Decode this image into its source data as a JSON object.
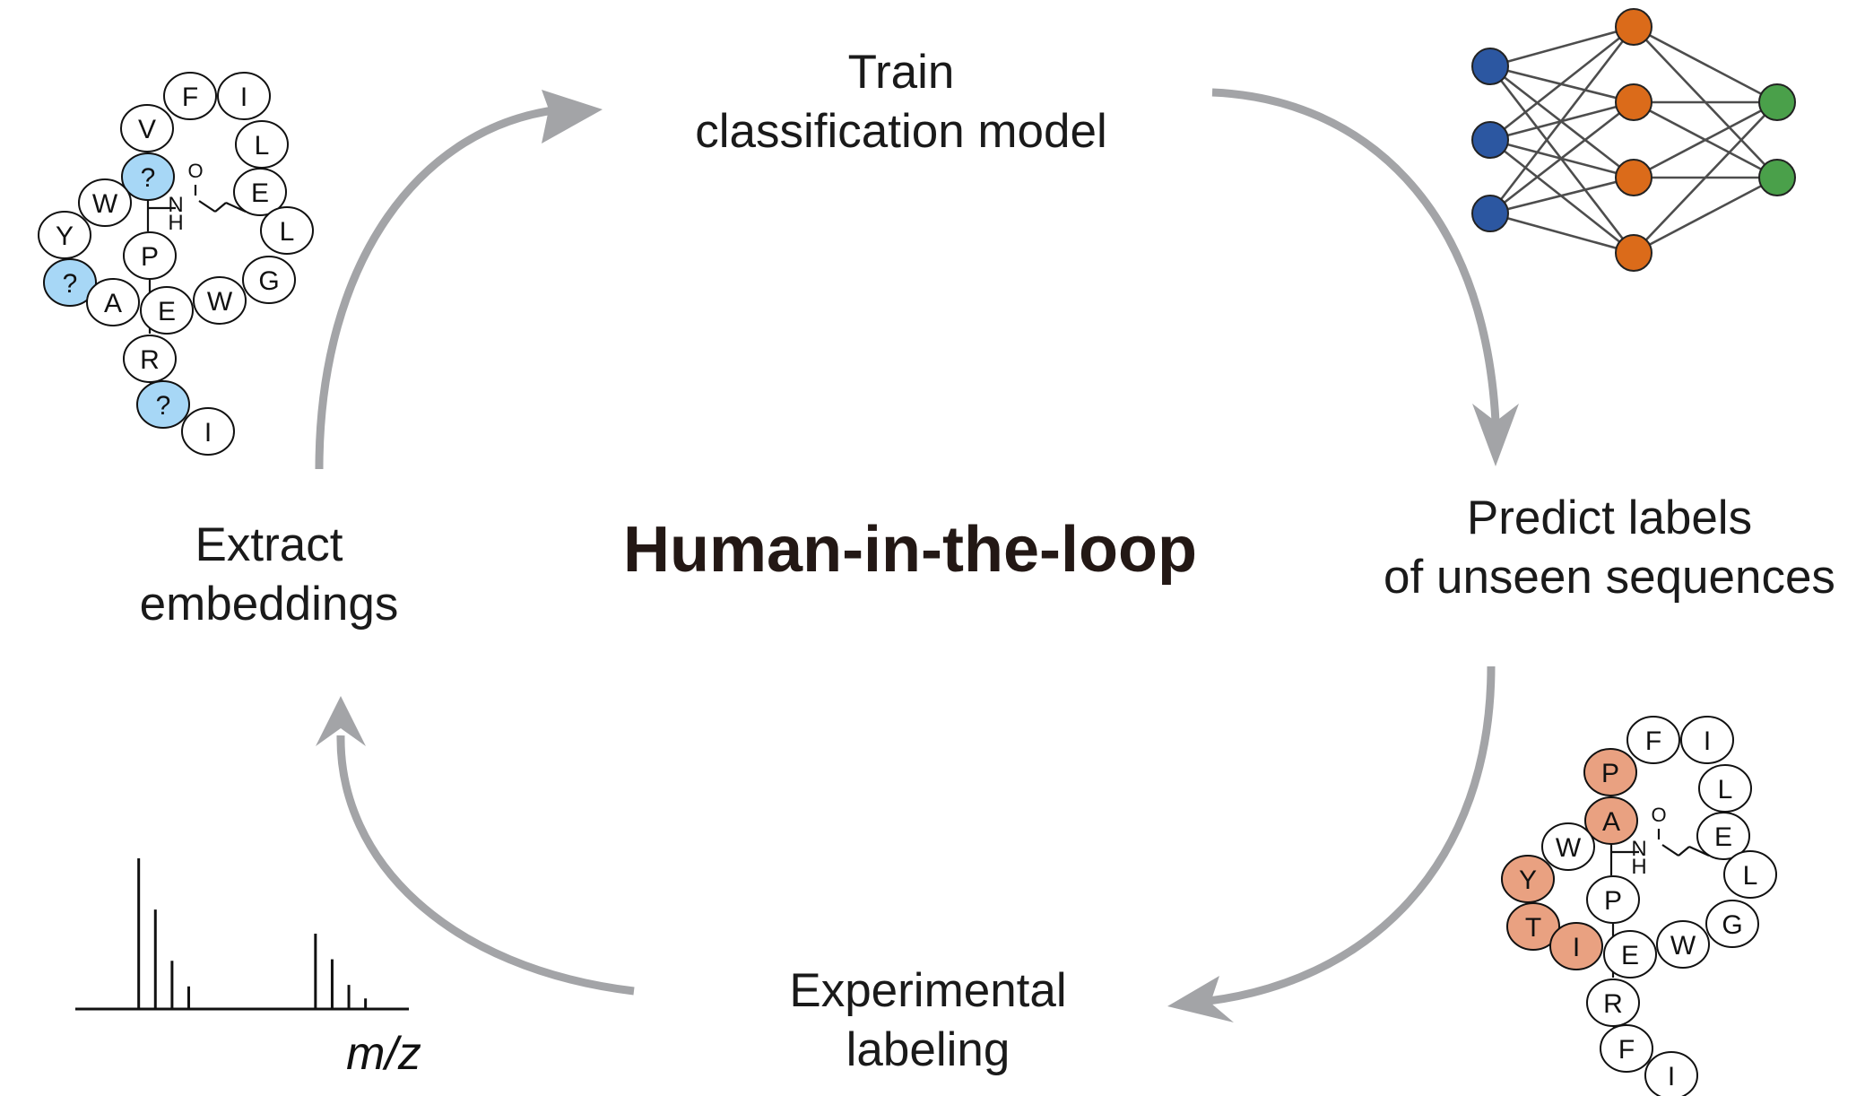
{
  "center_title": "Human-in-the-loop",
  "steps": {
    "train": {
      "line1": "Train",
      "line2": "classification model"
    },
    "predict": {
      "line1": "Predict labels",
      "line2": "of unseen sequences"
    },
    "experimental": {
      "line1": "Experimental",
      "line2": "labeling"
    },
    "extract": {
      "line1": "Extract",
      "line2": "embeddings"
    }
  },
  "colors": {
    "arrow": "#a3a4a7",
    "unknown_residue": "#a7d7f6",
    "labeled_residue": "#e9a181",
    "nn_input": "#2c57a1",
    "nn_hidden": "#db6b1a",
    "nn_output": "#4aa04a",
    "nn_edge": "#4d4d4d"
  },
  "peptide_unlabeled": {
    "residues": [
      "F",
      "I",
      "V",
      "L",
      "?",
      "E",
      "W",
      "L",
      "Y",
      "P",
      "G",
      "?",
      "A",
      "E",
      "W",
      "R",
      "?",
      "I"
    ],
    "linker_atoms": [
      "O",
      "N",
      "H"
    ]
  },
  "peptide_labeled": {
    "residues": [
      "F",
      "I",
      "P",
      "L",
      "A",
      "E",
      "W",
      "L",
      "Y",
      "P",
      "G",
      "T",
      "I",
      "E",
      "W",
      "R",
      "F",
      "I"
    ],
    "linker_atoms": [
      "O",
      "N",
      "H"
    ]
  },
  "spectrum": {
    "axis_label": "m/z",
    "peaks": [
      {
        "mz": 0.19,
        "intensity": 1.0
      },
      {
        "mz": 0.24,
        "intensity": 0.66
      },
      {
        "mz": 0.29,
        "intensity": 0.32
      },
      {
        "mz": 0.34,
        "intensity": 0.15
      },
      {
        "mz": 0.72,
        "intensity": 0.5
      },
      {
        "mz": 0.77,
        "intensity": 0.33
      },
      {
        "mz": 0.82,
        "intensity": 0.16
      },
      {
        "mz": 0.87,
        "intensity": 0.07
      }
    ]
  },
  "neural_network": {
    "layers": [
      3,
      4,
      2
    ]
  }
}
